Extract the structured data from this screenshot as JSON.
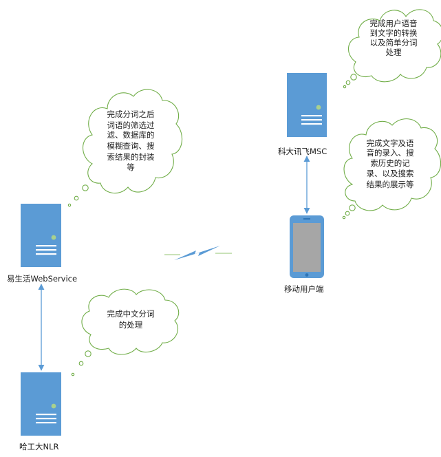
{
  "colors": {
    "server": "#5b9bd5",
    "server_stripe": "#ffffff",
    "server_led": "#a9d18e",
    "cloud_stroke": "#70ad47",
    "cloud_fill": "#ffffff",
    "arrow": "#5b9bd5",
    "phone_body": "#5b9bd5",
    "phone_screen": "#a6a6a6",
    "link_line": "#a9d18e",
    "lightning": "#5b9bd5"
  },
  "nodes": {
    "msc": {
      "label": "科大讯飞MSC",
      "icon": "server-icon"
    },
    "webservice": {
      "label": "易生活WebService",
      "icon": "server-icon"
    },
    "nlr": {
      "label": "哈工大NLR",
      "icon": "server-icon"
    },
    "mobile": {
      "label": "移动用户端",
      "icon": "phone-icon"
    }
  },
  "clouds": {
    "msc_note": {
      "lines": [
        "完成用户语音",
        "到文字的转换",
        "以及简单分词",
        "处理"
      ]
    },
    "mobile_note": {
      "lines": [
        "完成文字及语",
        "音的录入、搜",
        "索历史的记",
        "录、以及搜索",
        "结果的展示等"
      ]
    },
    "webservice_note": {
      "lines": [
        "完成分词之后",
        "词语的筛选过",
        "滤、数据库的",
        "模糊查询、搜",
        "索结果的封装",
        "等"
      ]
    },
    "nlr_note": {
      "lines": [
        "完成中文分词",
        "的处理"
      ]
    }
  },
  "link": {
    "icon": "lightning-icon"
  }
}
